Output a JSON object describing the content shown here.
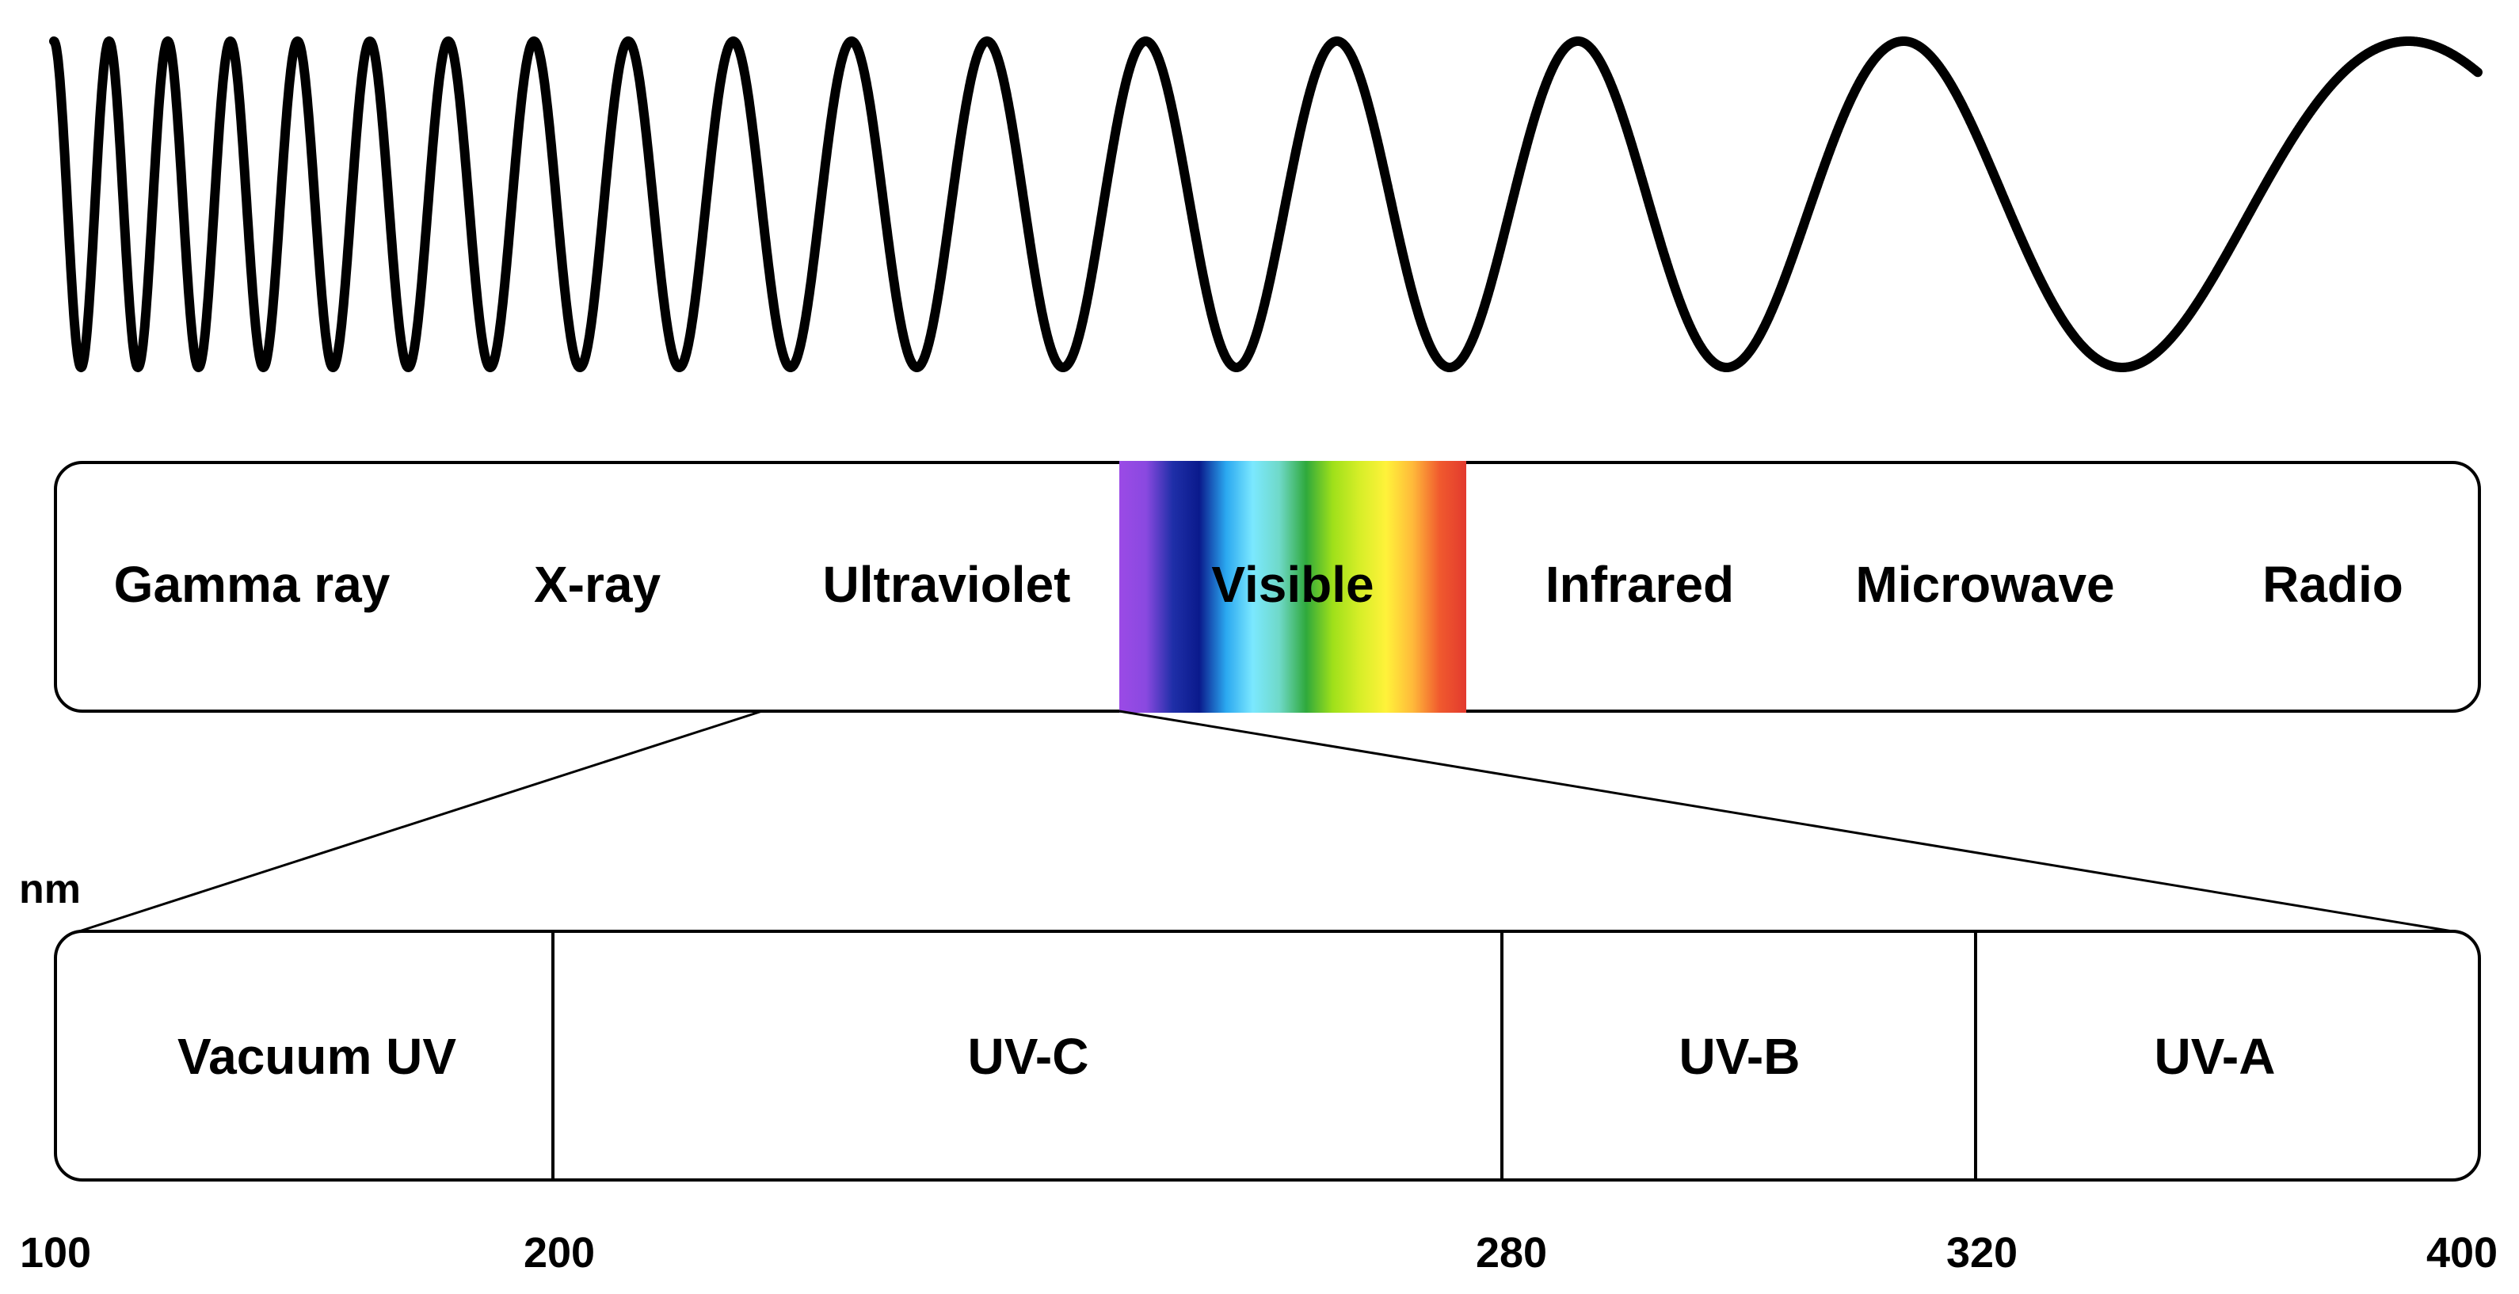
{
  "spectrum": {
    "bands": [
      {
        "label": "Gamma ray"
      },
      {
        "label": "X-ray"
      },
      {
        "label": "Ultraviolet"
      },
      {
        "label": "Visible"
      },
      {
        "label": "Infrared"
      },
      {
        "label": "Microwave"
      },
      {
        "label": "Radio"
      }
    ],
    "visible_gradient": [
      "#9b4ae6",
      "#8a49e0",
      "#1f2fa8",
      "#0a1a8c",
      "#2aa8f0",
      "#7be8ff",
      "#6fd9c8",
      "#2fa93c",
      "#9fe01a",
      "#d6ee28",
      "#fff23a",
      "#ffb93a",
      "#f05a2e",
      "#e23a2e"
    ]
  },
  "uv_detail": {
    "unit": "nm",
    "segments": [
      {
        "label": "Vacuum UV"
      },
      {
        "label": "UV-C"
      },
      {
        "label": "UV-B"
      },
      {
        "label": "UV-A"
      }
    ],
    "boundaries": [
      100,
      200,
      280,
      320,
      400
    ],
    "tick_labels": [
      "100",
      "200",
      "280",
      "320",
      "400"
    ]
  }
}
